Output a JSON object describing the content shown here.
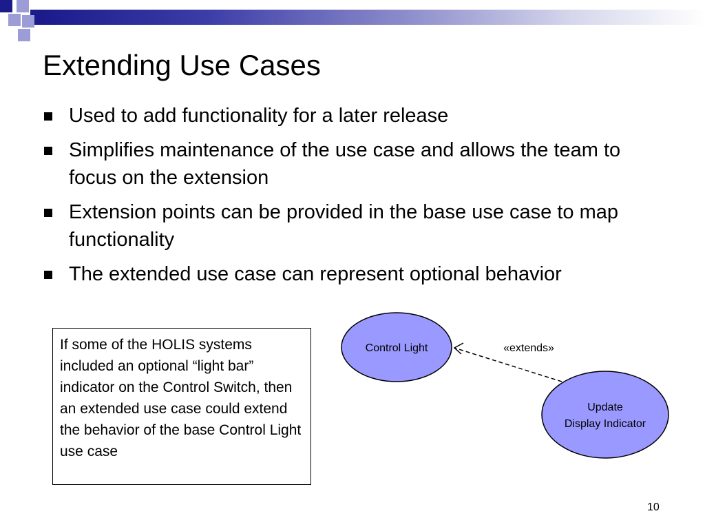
{
  "slide": {
    "title": "Extending Use Cases",
    "bullets": [
      "Used to add functionality for a later release",
      "Simplifies maintenance of the use case and allows the team to focus on the extension",
      "Extension points can be provided in the base use case to map functionality",
      "The extended use case can represent optional behavior"
    ],
    "note": "If some of the HOLIS systems included an optional “light bar” indicator on the Control Switch, then an extended use case could extend the behavior of the base Control Light use case",
    "page_number": "10"
  },
  "diagram": {
    "use_case_1": "Control Light",
    "use_case_2_line1": "Update",
    "use_case_2_line2": "Display Indicator",
    "relationship_label": "«extends»",
    "ellipse_fill": "#9999ff"
  },
  "colors": {
    "header_dark": "#1b1b8c",
    "square_dark": "#1b1b8c",
    "square_light": "#9c9cd6"
  }
}
